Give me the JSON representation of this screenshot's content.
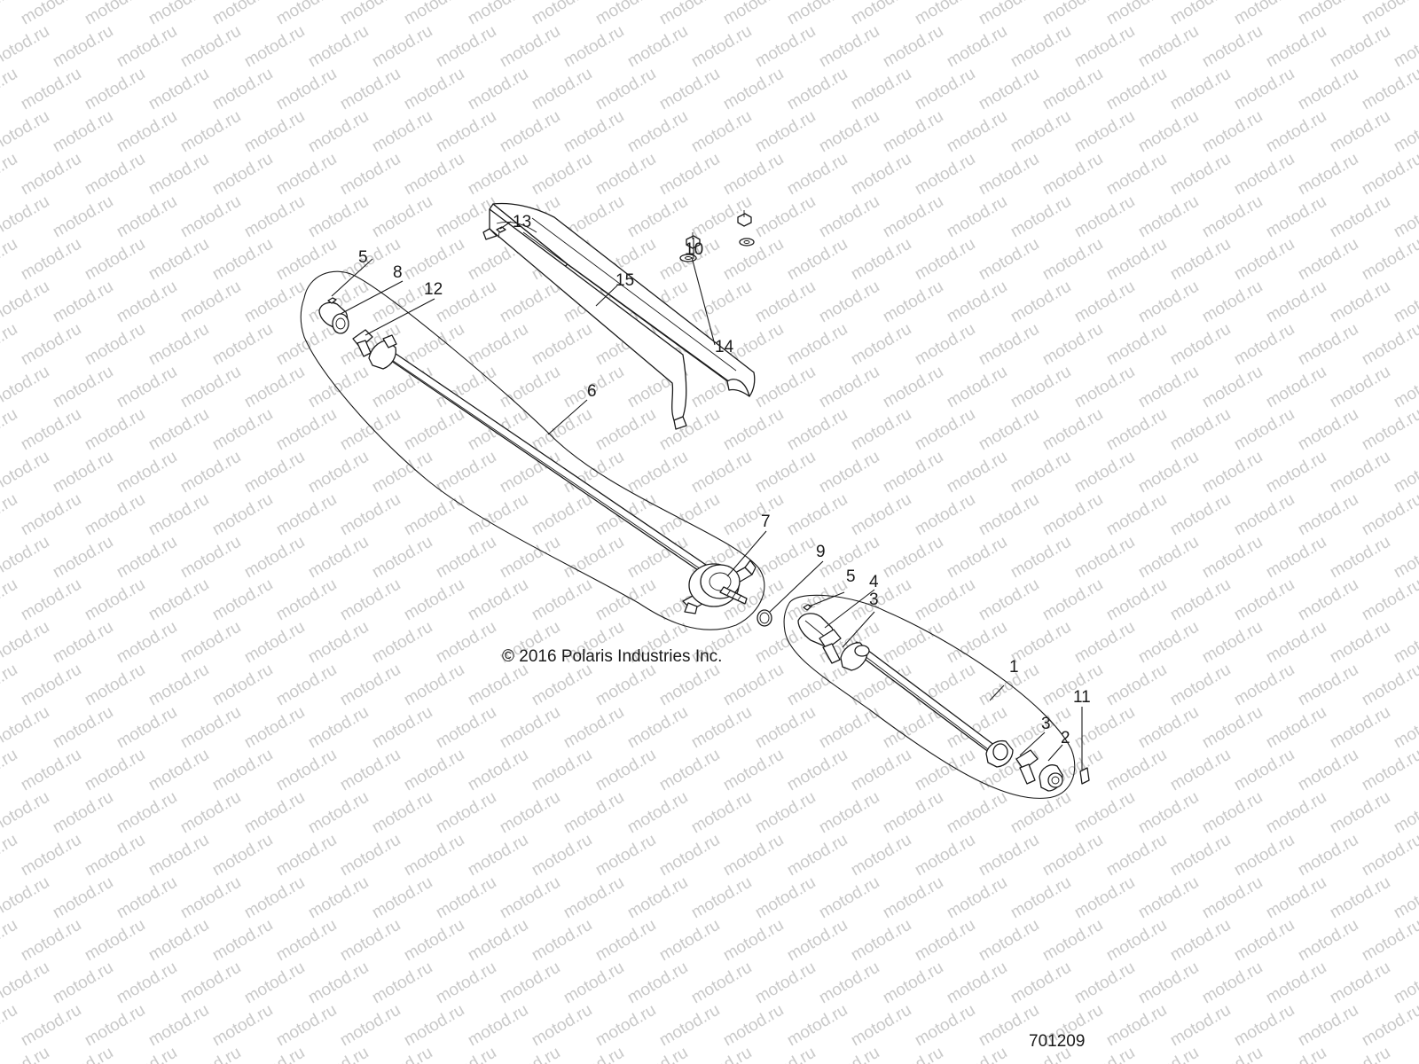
{
  "watermark": {
    "text": "motod.ru"
  },
  "callouts": [
    {
      "id": "1",
      "label": "1"
    },
    {
      "id": "2",
      "label": "2"
    },
    {
      "id": "3a",
      "label": "3"
    },
    {
      "id": "3b",
      "label": "3"
    },
    {
      "id": "4",
      "label": "4"
    },
    {
      "id": "5a",
      "label": "5"
    },
    {
      "id": "5b",
      "label": "5"
    },
    {
      "id": "6",
      "label": "6"
    },
    {
      "id": "7",
      "label": "7"
    },
    {
      "id": "8",
      "label": "8"
    },
    {
      "id": "9",
      "label": "9"
    },
    {
      "id": "10",
      "label": "10"
    },
    {
      "id": "11",
      "label": "11"
    },
    {
      "id": "12",
      "label": "12"
    },
    {
      "id": "13",
      "label": "13"
    },
    {
      "id": "14",
      "label": "14"
    },
    {
      "id": "15",
      "label": "15"
    }
  ],
  "copyright": "© 2016 Polaris Industries Inc.",
  "figure_number": "701209"
}
